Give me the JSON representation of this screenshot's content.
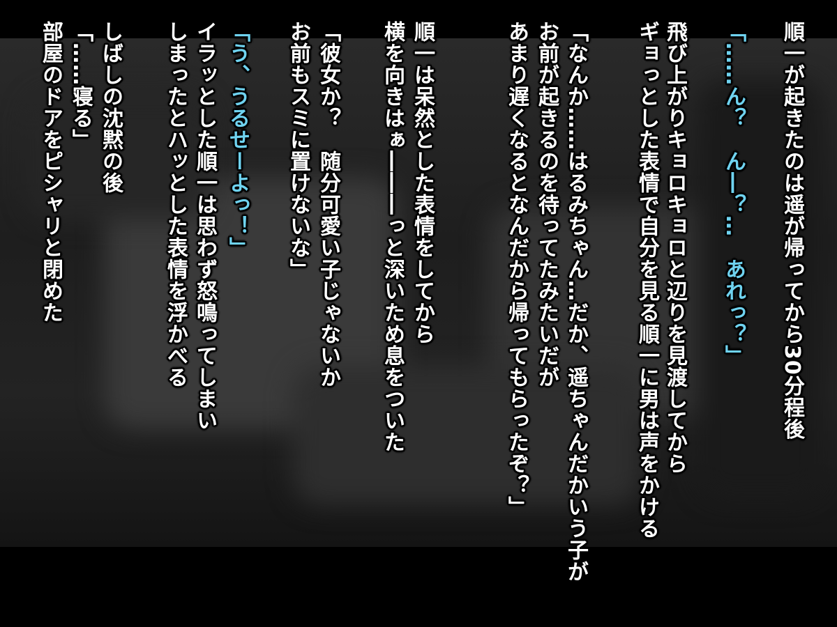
{
  "scene": {
    "lines": [
      {
        "id": "line-1",
        "text": "順一が起きたのは遥が帰ってから30分程後"
      },
      {
        "id": "line-2",
        "text": "「……ん？　ん―？…　あれっ？」",
        "accent": "#6fd3f0"
      },
      {
        "id": "line-3",
        "text": "ギョっとした表情で自分を見る順一に男は声をかける"
      },
      {
        "id": "line-4",
        "text": "飛び上がりキョロキョロと辺りを見渡してから"
      },
      {
        "id": "line-5",
        "text": "「なんか……はるみちゃん…だか、遥ちゃんだかいう子が"
      },
      {
        "id": "line-6",
        "text": "お前が起きるのを待ってたみたいだが"
      },
      {
        "id": "line-7",
        "text": "あまり遅くなるとなんだから帰ってもらったぞ？」"
      },
      {
        "id": "line-8",
        "text": "順一は呆然とした表情をしてから"
      },
      {
        "id": "line-9",
        "text": "横を向きはぁ―――っと深いため息をついた"
      },
      {
        "id": "line-10",
        "text": "「彼女か？　随分可愛い子じゃないか"
      },
      {
        "id": "line-11",
        "text": "お前もスミに置けないな」"
      },
      {
        "id": "line-12",
        "text": "「う、うるせーよっ！」",
        "accent": "#6fd3f0"
      },
      {
        "id": "line-13",
        "text": "イラッとした順一は思わず怒鳴ってしまい"
      },
      {
        "id": "line-14",
        "text": "しまったとハッとした表情を浮かべる"
      },
      {
        "id": "line-15",
        "text": "しばしの沈黙の後"
      },
      {
        "id": "line-16",
        "text": "「……寝る」"
      },
      {
        "id": "line-17",
        "text": "部屋のドアをピシャリと閉めた"
      }
    ]
  }
}
